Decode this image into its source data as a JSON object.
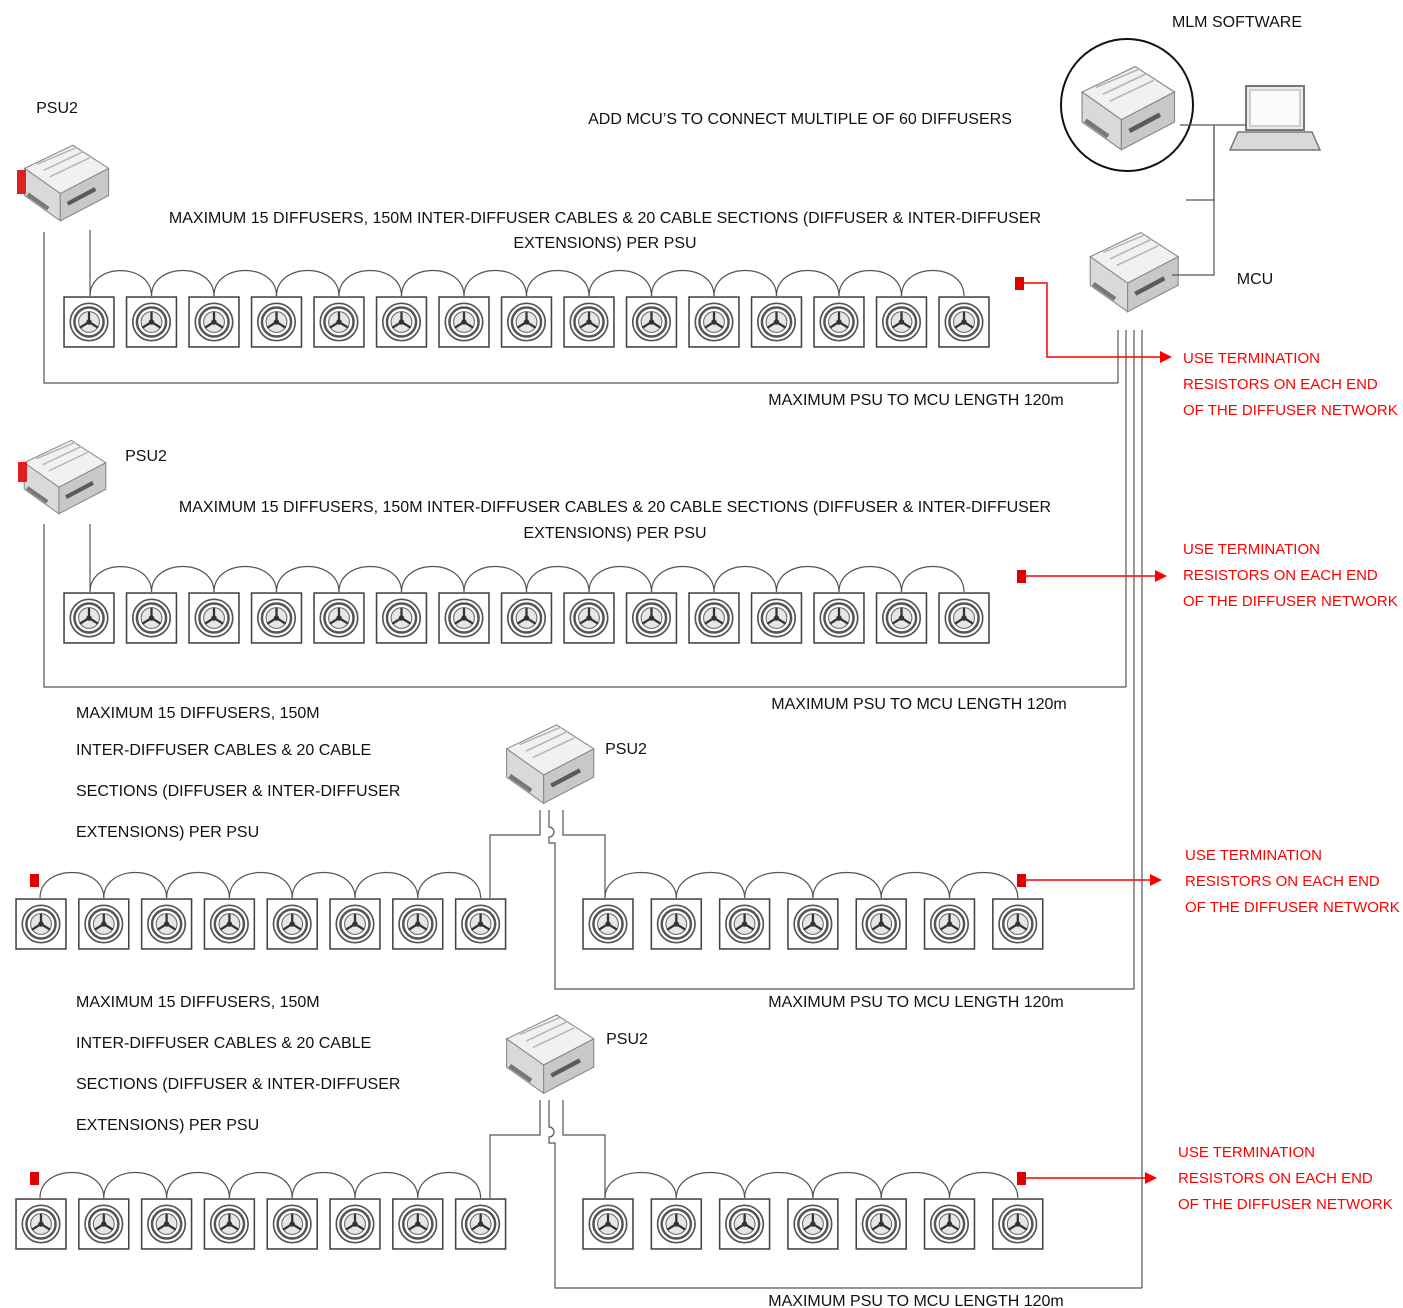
{
  "colors": {
    "line": "#555555",
    "termination": "#ff0000",
    "text": "#111111",
    "background": "#ffffff"
  },
  "software": {
    "label": "MLM SOFTWARE",
    "icon": "laptop-icon"
  },
  "mcu": {
    "label": "MCU",
    "icon": "controller-unit-icon"
  },
  "add_mcu_note": "ADD MCU’S TO CONNECT MULTIPLE OF 60 DIFFUSERS",
  "networks": [
    {
      "psu_label": "PSU2",
      "max_note": [
        "MAXIMUM 15 DIFFUSERS, 150M INTER-DIFFUSER CABLES & 20 CABLE SECTIONS (DIFFUSER & INTER-DIFFUSER",
        "EXTENSIONS) PER PSU"
      ],
      "diffusers": 15,
      "length_note": "MAXIMUM PSU TO  MCU LENGTH 120m",
      "termination_note": [
        "USE TERMINATION",
        "RESISTORS  ON EACH END",
        "OF THE DIFFUSER NETWORK"
      ]
    },
    {
      "psu_label": "PSU2",
      "max_note": [
        "MAXIMUM 15 DIFFUSERS, 150M INTER-DIFFUSER CABLES & 20 CABLE SECTIONS (DIFFUSER & INTER-DIFFUSER",
        "EXTENSIONS) PER PSU"
      ],
      "diffusers": 15,
      "length_note": "MAXIMUM PSU TO  MCU LENGTH 120m",
      "termination_note": [
        "USE TERMINATION",
        "RESISTORS  ON EACH END",
        "OF THE DIFFUSER NETWORK"
      ]
    },
    {
      "psu_label": "PSU2",
      "max_note": [
        "MAXIMUM 15 DIFFUSERS, 150M",
        "INTER-DIFFUSER CABLES & 20 CABLE",
        "SECTIONS (DIFFUSER & INTER-DIFFUSER",
        "EXTENSIONS) PER PSU"
      ],
      "left_branch_diffusers": 8,
      "right_branch_diffusers": 7,
      "length_note": "MAXIMUM PSU TO  MCU LENGTH 120m",
      "termination_note": [
        "USE TERMINATION",
        "RESISTORS ON EACH END",
        "OF THE DIFFUSER NETWORK"
      ]
    },
    {
      "psu_label": "PSU2",
      "max_note": [
        "MAXIMUM 15 DIFFUSERS, 150M",
        "INTER-DIFFUSER CABLES & 20 CABLE",
        "SECTIONS (DIFFUSER & INTER-DIFFUSER",
        "EXTENSIONS) PER PSU"
      ],
      "left_branch_diffusers": 8,
      "right_branch_diffusers": 7,
      "length_note": "MAXIMUM PSU TO  MCU LENGTH 120m",
      "termination_note": [
        "USE TERMINATION",
        "RESISTORS ON EACH END",
        "OF THE DIFFUSER NETWORK"
      ]
    }
  ]
}
